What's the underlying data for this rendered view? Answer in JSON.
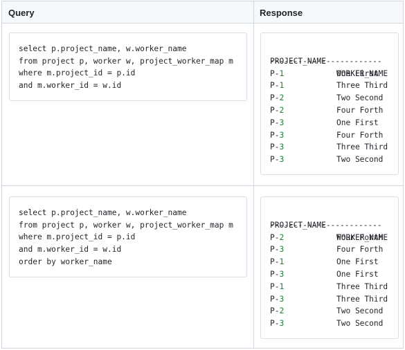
{
  "header": {
    "query": "Query",
    "response": "Response"
  },
  "rows": [
    {
      "query_lines": [
        "select p.project_name, w.worker_name",
        "from project p, worker w, project_worker_map m",
        "where m.project_id = p.id",
        "and m.worker_id = w.id"
      ],
      "response": {
        "col1": "PROJECT_NAME",
        "col2": "WORKER_NAME",
        "separator": "------------------------",
        "records": [
          {
            "prefix": "P-",
            "num": "1",
            "worker": "One First"
          },
          {
            "prefix": "P-",
            "num": "1",
            "worker": "Three Third"
          },
          {
            "prefix": "P-",
            "num": "2",
            "worker": "Two Second"
          },
          {
            "prefix": "P-",
            "num": "2",
            "worker": "Four Forth"
          },
          {
            "prefix": "P-",
            "num": "3",
            "worker": "One First"
          },
          {
            "prefix": "P-",
            "num": "3",
            "worker": "Four Forth"
          },
          {
            "prefix": "P-",
            "num": "3",
            "worker": "Three Third"
          },
          {
            "prefix": "P-",
            "num": "3",
            "worker": "Two Second"
          }
        ]
      }
    },
    {
      "query_lines": [
        "select p.project_name, w.worker_name",
        "from project p, worker w, project_worker_map m",
        "where m.project_id = p.id",
        "and m.worker_id = w.id",
        "order by worker_name"
      ],
      "response": {
        "col1": "PROJECT_NAME",
        "col2": "WORKER_NAME",
        "separator": "------------------------",
        "records": [
          {
            "prefix": "P-",
            "num": "2",
            "worker": "Four Forth"
          },
          {
            "prefix": "P-",
            "num": "3",
            "worker": "Four Forth"
          },
          {
            "prefix": "P-",
            "num": "1",
            "worker": "One First"
          },
          {
            "prefix": "P-",
            "num": "3",
            "worker": "One First"
          },
          {
            "prefix": "P-",
            "num": "1",
            "worker": "Three Third"
          },
          {
            "prefix": "P-",
            "num": "3",
            "worker": "Three Third"
          },
          {
            "prefix": "P-",
            "num": "2",
            "worker": "Two Second"
          },
          {
            "prefix": "P-",
            "num": "3",
            "worker": "Two Second"
          }
        ]
      }
    }
  ]
}
